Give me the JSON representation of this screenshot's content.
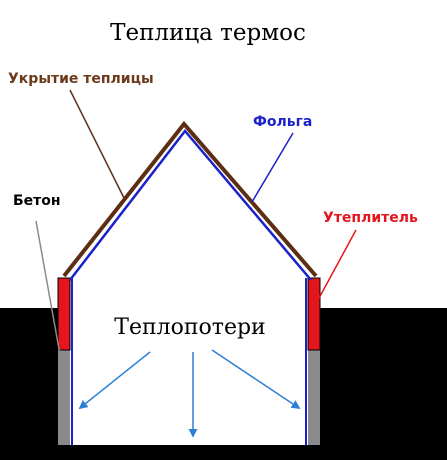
{
  "title": "Теплица термос",
  "labels": {
    "covering": "Укрытие теплицы",
    "foil": "Фольга",
    "concrete": "Бетон",
    "insulation": "Утеплитель",
    "heat_loss": "Теплопотери"
  },
  "colors": {
    "covering": "#5c2e12",
    "foil": "#1a22c8",
    "concrete": "#8a8a8a",
    "insulation": "#e4161d",
    "ground": "#000000",
    "arrows": "#2c7fd6"
  }
}
